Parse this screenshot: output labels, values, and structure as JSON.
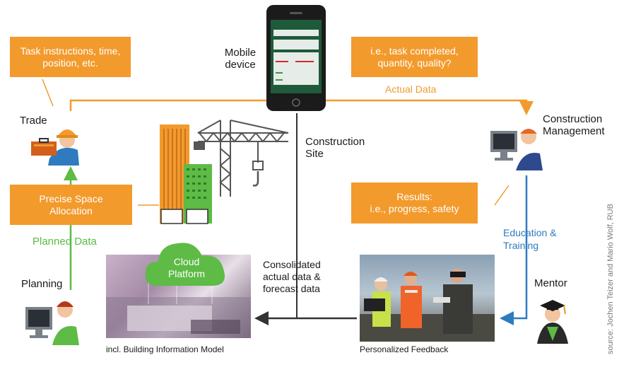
{
  "colors": {
    "orange": "#f39a2c",
    "green": "#5dbb46",
    "blue": "#2e7bbf",
    "dark": "#333333"
  },
  "boxes": {
    "task_instructions": "Task instructions, time, position, etc.",
    "task_completed": "i.e., task completed, quantity, quality?",
    "precise_space": "Precise Space Allocation",
    "results_title": "Results:",
    "results_body": "i.e., progress, safety"
  },
  "labels": {
    "mobile_device": "Mobile device",
    "trade": "Trade",
    "construction_management": "Construction Management",
    "construction_site": "Construction Site",
    "actual_data": "Actual Data",
    "planned_data": "Planned Data",
    "education_training": "Education & Training",
    "planning": "Planning",
    "mentor": "Mentor",
    "consolidated": "Consolidated actual data & forecast data",
    "cloud_platform": "Cloud Platform",
    "bim": "incl. Building Information Model",
    "personalized_feedback": "Personalized Feedback",
    "source": "source: Jochen Teizer and Mario Wolf, RUB"
  },
  "icons": [
    "mobile-phone-icon",
    "worker-icon",
    "manager-icon",
    "planner-icon",
    "mentor-icon",
    "crane-icon",
    "building-icon",
    "cloud-icon"
  ]
}
